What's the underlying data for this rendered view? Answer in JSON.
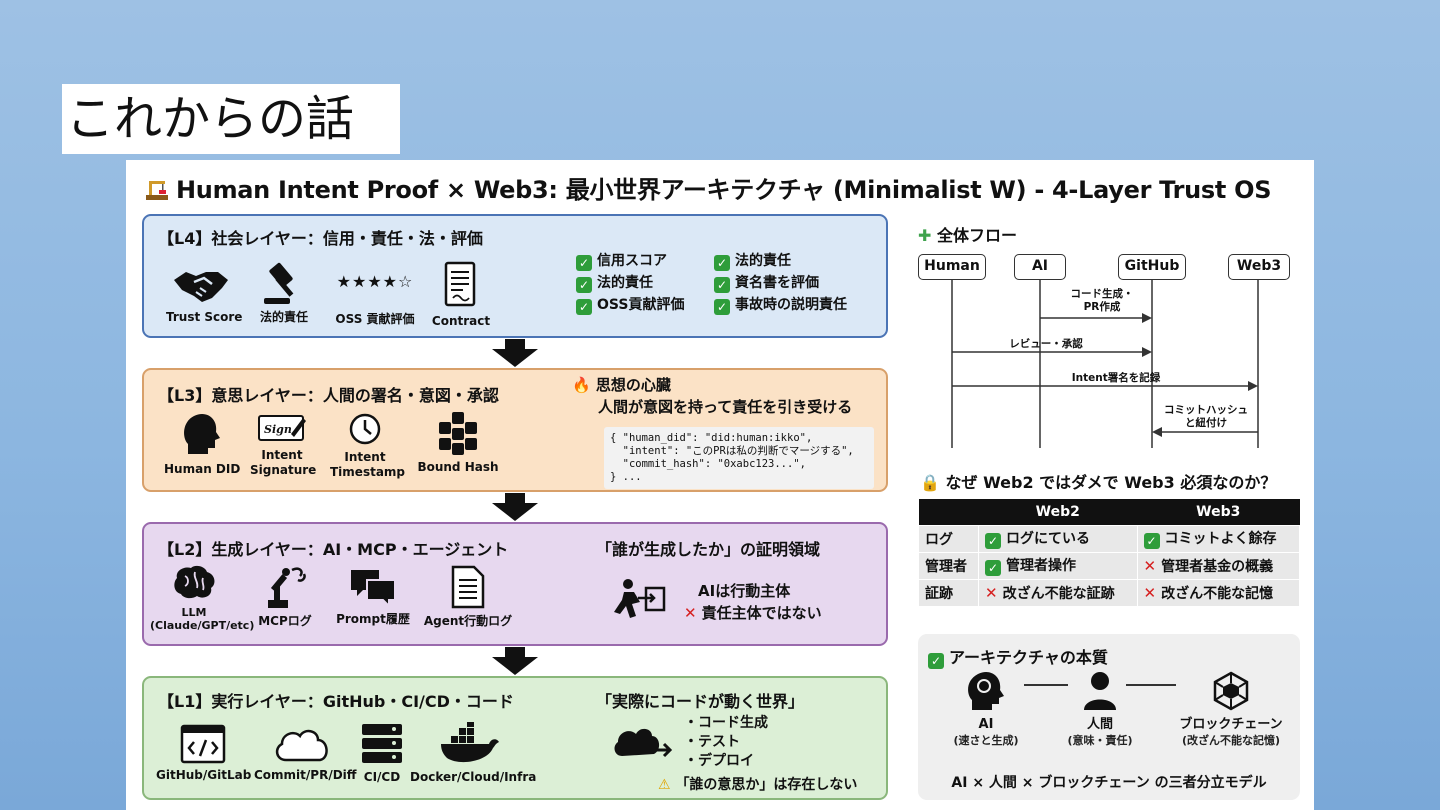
{
  "slide": {
    "title": "これからの話"
  },
  "diagram": {
    "title": "Human Intent Proof × Web3: 最小世界アーキテクチャ (Minimalist W) - 4-Layer Trust OS",
    "l4": {
      "title": "【L4】社会レイヤー：信用・責任・法・評価",
      "icons": [
        "Trust Score",
        "法的責任",
        "OSS 貢献評価",
        "Contract"
      ],
      "stars": "★★★★☆",
      "checks_left": [
        "信用スコア",
        "法的責任",
        "OSS貢献評価"
      ],
      "checks_right": [
        "法的責任",
        "資名書を評価",
        "事故時の説明責任"
      ]
    },
    "l3": {
      "title": "【L3】意思レイヤー：人間の署名・意図・承認",
      "icons": [
        "Human DID",
        "Intent\nSignature",
        "Intent\nTimestamp",
        "Bound Hash"
      ],
      "signature_text": "Sign",
      "core_title": "思想の心臓",
      "core_sub": "人間が意図を持って責任を引き受ける",
      "code": "{ \"human_did\": \"did:human:ikko\",\n  \"intent\": \"このPRは私の判断でマージする\",\n  \"commit_hash\": \"0xabc123...\",\n} ..."
    },
    "l2": {
      "title": "【L2】生成レイヤー：AI・MCP・エージェント",
      "icons": [
        "LLM\n(Claude/GPT/etc)",
        "MCPログ",
        "Prompt履歴",
        "Agent行動ログ"
      ],
      "area_title": "「誰が生成したか」の証明領域",
      "line1": "AIは行動主体",
      "line2": "責任主体ではない"
    },
    "l1": {
      "title": "【L1】実行レイヤー：GitHub・CI/CD・コード",
      "icons": [
        "GitHub/GitLab",
        "Commit/PR/Diff",
        "CI/CD",
        "Docker/Cloud/Infra"
      ],
      "world_title": "「実際にコードが動く世界」",
      "bullets": [
        "・コード生成",
        "・テスト",
        "・デプロイ"
      ],
      "warning": "「誰の意思か」は存在しない"
    },
    "flow": {
      "title": "全体フロー",
      "actors": [
        "Human",
        "AI",
        "GitHub",
        "Web3"
      ],
      "messages": [
        "コード生成・\nPR作成",
        "レビュー・承認",
        "Intent署名を記録",
        "コミットハッシュ\nと紐付け"
      ]
    },
    "why": {
      "title": "なぜ Web2 ではダメで Web3 必須なのか？",
      "headers": [
        "",
        "Web2",
        "Web3"
      ],
      "rows": [
        {
          "label": "ログ",
          "web2": "ログにている",
          "web2_ok": true,
          "web3": "コミットよく餘存",
          "web3_ok": true
        },
        {
          "label": "管理者",
          "web2": "管理者操作",
          "web2_ok": true,
          "web3": "管理者基金の概義",
          "web3_ok": false
        },
        {
          "label": "証跡",
          "web2": "改ざん不能な証跡",
          "web2_ok": false,
          "web3": "改ざん不能な記憶",
          "web3_ok": false
        }
      ]
    },
    "essence": {
      "title": "アーキテクチャの本質",
      "items": [
        {
          "name": "AI",
          "sub": "(速さと生成)"
        },
        {
          "name": "人間",
          "sub": "(意味・責任)"
        },
        {
          "name": "ブロックチェーン",
          "sub": "(改ざん不能な記憶)"
        }
      ],
      "footer": "AI × 人間 × ブロックチェーン の三者分立モデル"
    },
    "colors": {
      "l4": "#dbe8f6",
      "l3": "#fbe2c6",
      "l2": "#e7d8ef",
      "l1": "#dcefd6",
      "check": "#2e9d3a",
      "cross": "#d62020"
    }
  }
}
